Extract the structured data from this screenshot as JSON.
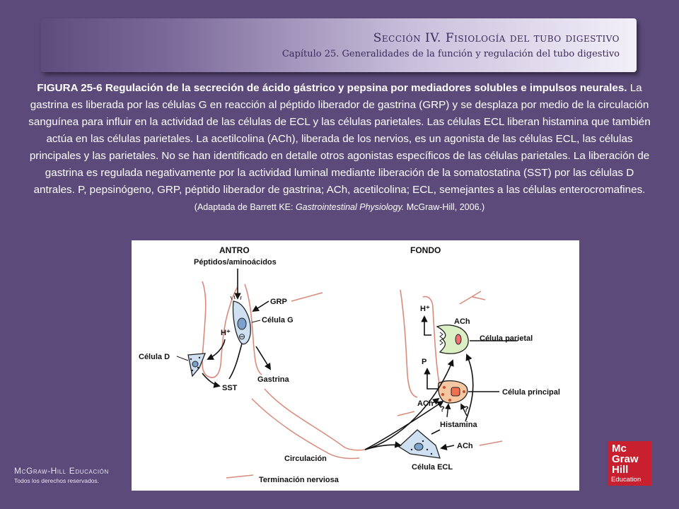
{
  "header": {
    "section": "Sección IV.   Fisiología del tubo digestivo",
    "chapter": "Capítulo 25.  Generalidades de la función y regulación del tubo digestivo"
  },
  "caption": {
    "bold": "FIGURA 25-6 Regulación de la secreción de ácido gástrico y pepsina por mediadores solubles e impulsos neurales.",
    "body": " La gastrina es liberada por las células G en reacción al péptido liberador de gastrina (GRP) y se desplaza por medio de la circulación sanguínea para influir en la actividad de las células de ECL y las células parietales. Las células ECL liberan histamina que también actúa en las células parietales. La acetilcolina (ACh), liberada de los nervios, es un agonista de las células ECL, las células principales y las parietales. No se han identificado en detalle otros agonistas específicos de las células parietales. La liberación de gastrina es regulada negativamente por la actividad luminal mediante liberación de la somatostatina (SST) por las células D antrales. P, pepsinógeno, GRP, péptido liberador de gastrina; ACh, acetilcolina; ECL, semejantes a las células enterocromafines.",
    "source_pre": " (Adaptada de Barrett KE: ",
    "source_book": "Gastrointestinal Physiology.",
    "source_post": " McGraw-Hill, 2006.)"
  },
  "diagram": {
    "antro": "ANTRO",
    "fondo": "FONDO",
    "peptidos": "Péptidos/aminoácidos",
    "grp": "GRP",
    "celula_g": "Célula G",
    "h_plus_left": "H⁺",
    "celula_d": "Célula D",
    "sst": "SST",
    "gastrina": "Gastrina",
    "h_plus_right": "H⁺",
    "ach_top": "ACh",
    "celula_parietal": "Célula parietal",
    "p": "P",
    "celula_principal": "Célula principal",
    "ach_left": "ACh",
    "q1": "?",
    "q2": "?",
    "histamina": "Histamina",
    "ach_bottom": "ACh",
    "circulacion": "Circulación",
    "celula_ecl": "Célula ECL",
    "terminacion": "Terminación nerviosa",
    "inhibit": "⊖"
  },
  "footer": {
    "publisher": "McGraw-Hill Educación",
    "rights": "Todos los derechos reservados."
  },
  "logo": {
    "line1": "Mc",
    "line2": "Graw",
    "line3": "Hill",
    "line4": "Education"
  },
  "colors": {
    "background": "#5b4a7a",
    "nerve": "#d98a7a",
    "cell_blue": "#cfe0f2",
    "cell_orange": "#f7c7a2",
    "cell_green": "#dcefc4",
    "logo_red": "#c8202f"
  }
}
